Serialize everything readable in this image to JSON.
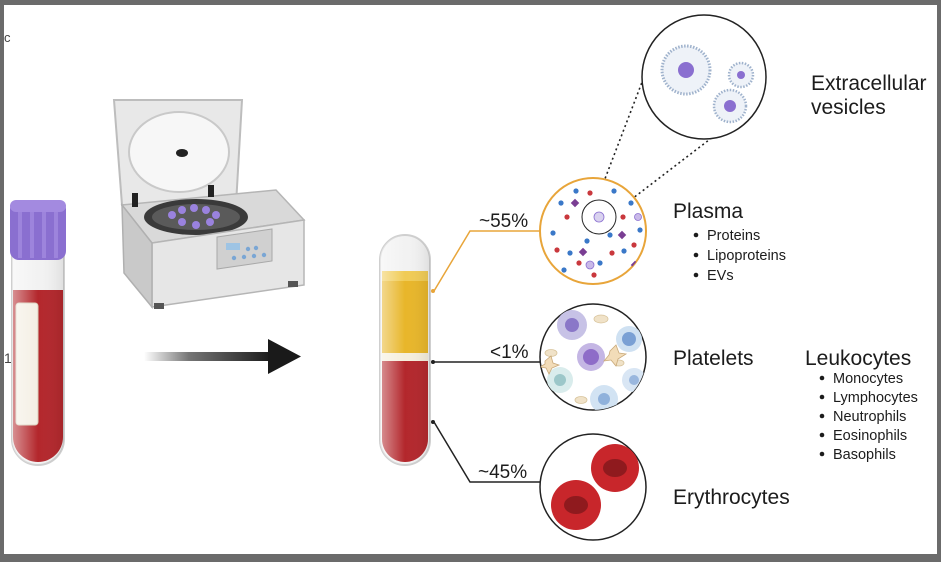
{
  "plasma": {
    "percent": "~55%",
    "title": "Plasma",
    "items": [
      "Proteins",
      "Lipoproteins",
      "EVs"
    ]
  },
  "platelets": {
    "percent": "<1%",
    "title": "Platelets"
  },
  "leukocytes": {
    "title": "Leukocytes",
    "items": [
      "Monocytes",
      "Lymphocytes",
      "Neutrophils",
      "Eosinophils",
      "Basophils"
    ]
  },
  "erythrocytes": {
    "percent": "~45%",
    "title": "Erythrocytes"
  },
  "extracellular_vesicles": {
    "title_line1": "Extracellular",
    "title_line2": "vesicles"
  },
  "colors": {
    "plasma_yellow": "#e8b62a",
    "blood_red": "#b3272c",
    "cap_purple": "#8a6fd0",
    "leader_orange": "#e8a53a",
    "arrow": "#1a1a1a"
  },
  "icons": [
    "centrifuge-icon",
    "blood-tube-icon",
    "separated-tube-icon",
    "arrow-right-icon"
  ]
}
